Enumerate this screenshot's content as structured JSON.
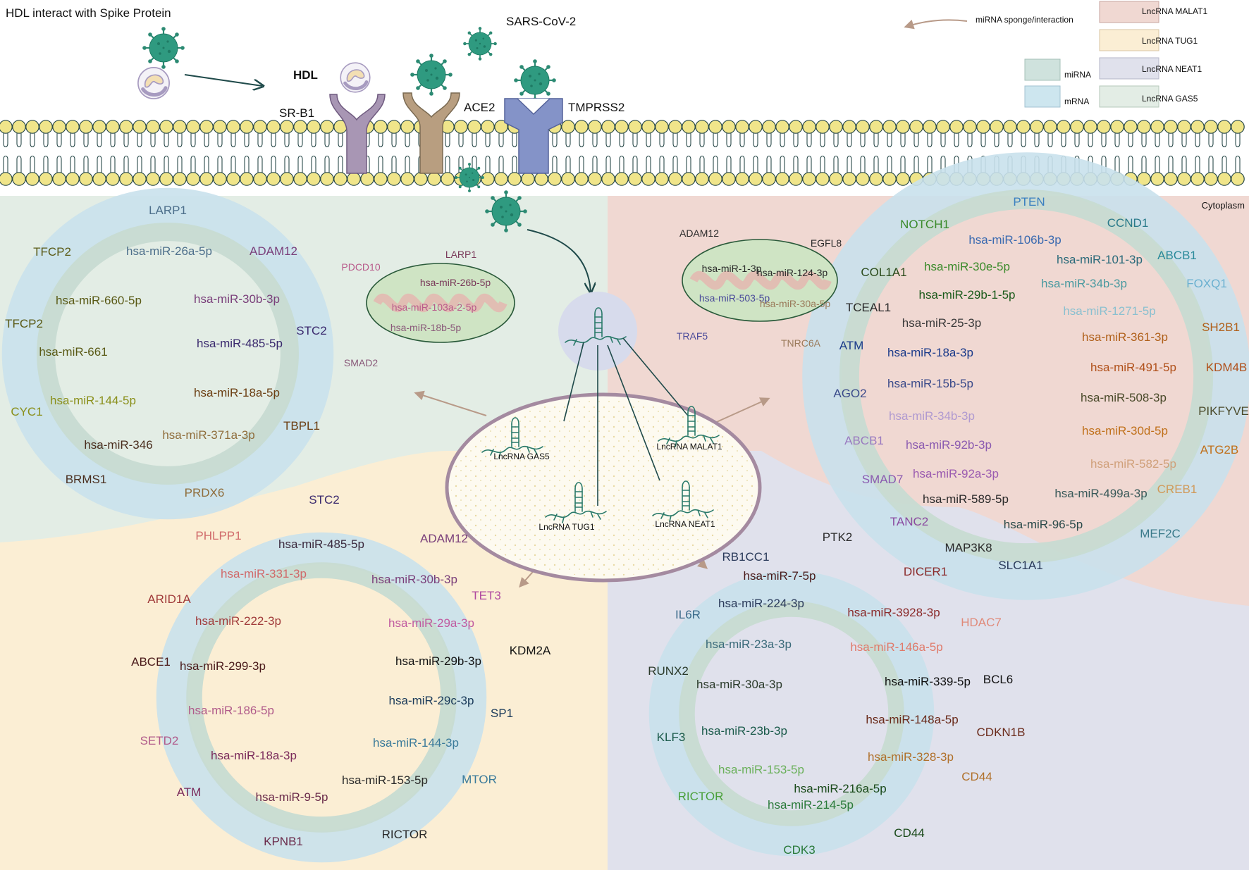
{
  "header": {
    "title": "HDL interact with Spike Protein",
    "virus": "SARS-CoV-2",
    "hdl": "HDL",
    "receptors": [
      "SR-B1",
      "ACE2",
      "TMPRSS2"
    ],
    "cytoplasm": "Cytoplasm"
  },
  "legend": {
    "arrow": "miRNA sponge/interaction",
    "items": [
      {
        "label": "LncRNA MALAT1",
        "color": "#f0d8d2"
      },
      {
        "label": "LncRNA TUG1",
        "color": "#fbeed4"
      },
      {
        "label": "LncRNA NEAT1",
        "color": "#e0e1ec"
      },
      {
        "label": "LncRNA GAS5",
        "color": "#e3ede5"
      },
      {
        "label": "miRNA",
        "color": "#cfe2dd"
      },
      {
        "label": "mRNA",
        "color": "#cde6ef"
      }
    ]
  },
  "nucleus": {
    "lncrnas": [
      "LncRNA GAS5",
      "LncRNA MALAT1",
      "LncRNA TUG1",
      "LncRNA NEAT1"
    ]
  },
  "gas5": {
    "outer": [
      {
        "t": "LARP1",
        "c": "#4d6f8b"
      },
      {
        "t": "TFCP2",
        "c": "#5a5a16"
      },
      {
        "t": "ADAM12",
        "c": "#7a3f7a"
      },
      {
        "t": "TFCP2",
        "c": "#5a5a16"
      },
      {
        "t": "STC2",
        "c": "#3b2a6e"
      },
      {
        "t": "CYC1",
        "c": "#8a8f1a"
      },
      {
        "t": "TBPL1",
        "c": "#6b3e12"
      },
      {
        "t": "BRMS1",
        "c": "#4a2e1e"
      },
      {
        "t": "PRDX6",
        "c": "#8f6d3b"
      }
    ],
    "inner": [
      {
        "t": "hsa-miR-26a-5p",
        "c": "#4d6f8b"
      },
      {
        "t": "hsa-miR-660-5p",
        "c": "#5a5a16"
      },
      {
        "t": "hsa-miR-30b-3p",
        "c": "#7a3f7a"
      },
      {
        "t": "hsa-miR-485-5p",
        "c": "#3b2a6e"
      },
      {
        "t": "hsa-miR-661",
        "c": "#5a5a16"
      },
      {
        "t": "hsa-miR-144-5p",
        "c": "#8a8f1a"
      },
      {
        "t": "hsa-miR-18a-5p",
        "c": "#6b3e12"
      },
      {
        "t": "hsa-miR-371a-3p",
        "c": "#8f6d3b"
      },
      {
        "t": "hsa-miR-346",
        "c": "#4a2e1e"
      }
    ],
    "mito": {
      "outer": [
        {
          "t": "PDCD10",
          "c": "#b85a8a"
        },
        {
          "t": "LARP1",
          "c": "#7a3a5a"
        },
        {
          "t": "SMAD2",
          "c": "#8a5a7a"
        }
      ],
      "inner": [
        {
          "t": "hsa-miR-26b-5p",
          "c": "#7a3a5a"
        },
        {
          "t": "hsa-miR-103a-2-5p",
          "c": "#b85a8a"
        },
        {
          "t": "hsa-miR-18b-5p",
          "c": "#8a5a7a"
        }
      ]
    }
  },
  "malat1": {
    "outer": [
      {
        "t": "PTEN",
        "c": "#3a7fc0"
      },
      {
        "t": "NOTCH1",
        "c": "#3a8a2a"
      },
      {
        "t": "CCND1",
        "c": "#2a7a8a"
      },
      {
        "t": "ABCB1",
        "c": "#2a8a9a"
      },
      {
        "t": "COL1A1",
        "c": "#2a4a1a"
      },
      {
        "t": "FOXQ1",
        "c": "#6ab0d0"
      },
      {
        "t": "TCEAL1",
        "c": "#2a2a2a"
      },
      {
        "t": "SH2B1",
        "c": "#b0601a"
      },
      {
        "t": "ATM",
        "c": "#1a3a8a"
      },
      {
        "t": "KDM4B",
        "c": "#b0501a"
      },
      {
        "t": "AGO2",
        "c": "#3a4a8a"
      },
      {
        "t": "PIKFYVE",
        "c": "#4a4a2a"
      },
      {
        "t": "ABCB1",
        "c": "#9a7ac0"
      },
      {
        "t": "ATG2B",
        "c": "#c0701a"
      },
      {
        "t": "SMAD7",
        "c": "#8a5ab0"
      },
      {
        "t": "CREB1",
        "c": "#d09a5a"
      },
      {
        "t": "TANC2",
        "c": "#8a4aa0"
      },
      {
        "t": "MEF2C",
        "c": "#3a7a8a"
      },
      {
        "t": "MAP3K8",
        "c": "#2a2a2a"
      },
      {
        "t": "SLC1A1",
        "c": "#2a3a5a"
      }
    ],
    "inner": [
      {
        "t": "hsa-miR-106b-3p",
        "c": "#3a6ab0"
      },
      {
        "t": "hsa-miR-101-3p",
        "c": "#2a6a7a"
      },
      {
        "t": "hsa-miR-30e-5p",
        "c": "#3a8a2a"
      },
      {
        "t": "hsa-miR-34b-3p",
        "c": "#4a9aa0"
      },
      {
        "t": "hsa-miR-29b-1-5p",
        "c": "#1a5a1a"
      },
      {
        "t": "hsa-miR-1271-5p",
        "c": "#8ac0d0"
      },
      {
        "t": "hsa-miR-25-3p",
        "c": "#3a3a3a"
      },
      {
        "t": "hsa-miR-361-3p",
        "c": "#b0601a"
      },
      {
        "t": "hsa-miR-18a-3p",
        "c": "#1a3a8a"
      },
      {
        "t": "hsa-miR-491-5p",
        "c": "#b0501a"
      },
      {
        "t": "hsa-miR-15b-5p",
        "c": "#3a4a8a"
      },
      {
        "t": "hsa-miR-508-3p",
        "c": "#4a4a2a"
      },
      {
        "t": "hsa-miR-34b-3p",
        "c": "#b09ad0"
      },
      {
        "t": "hsa-miR-30d-5p",
        "c": "#c0701a"
      },
      {
        "t": "hsa-miR-92b-3p",
        "c": "#8a5ab0"
      },
      {
        "t": "hsa-miR-582-5p",
        "c": "#d0a07a"
      },
      {
        "t": "hsa-miR-92a-3p",
        "c": "#9a5ab0"
      },
      {
        "t": "hsa-miR-499a-3p",
        "c": "#3a5a5a"
      },
      {
        "t": "hsa-miR-589-5p",
        "c": "#2a2a2a"
      },
      {
        "t": "hsa-miR-96-5p",
        "c": "#2a4a4a"
      }
    ],
    "mito": {
      "outer": [
        {
          "t": "ADAM12",
          "c": "#2a2a2a"
        },
        {
          "t": "EGFL8",
          "c": "#2a2a2a"
        },
        {
          "t": "TRAF5",
          "c": "#4a4a9a"
        },
        {
          "t": "TNRC6A",
          "c": "#9a7a5a"
        }
      ],
      "inner": [
        {
          "t": "hsa-miR-1-3p",
          "c": "#2a2a2a"
        },
        {
          "t": "hsa-miR-124-3p",
          "c": "#2a2a2a"
        },
        {
          "t": "hsa-miR-503-5p",
          "c": "#4a4a9a"
        },
        {
          "t": "hsa-miR-30a-5p",
          "c": "#9a7a5a"
        }
      ]
    }
  },
  "tug1": {
    "outer": [
      {
        "t": "STC2",
        "c": "#3b2a6e"
      },
      {
        "t": "PHLPP1",
        "c": "#d06a6a"
      },
      {
        "t": "ADAM12",
        "c": "#7a3f7a"
      },
      {
        "t": "TET3",
        "c": "#b04aa0"
      },
      {
        "t": "ARID1A",
        "c": "#a03a3a"
      },
      {
        "t": "KDM2A",
        "c": "#111111"
      },
      {
        "t": "ABCE1",
        "c": "#4a1a1a"
      },
      {
        "t": "SP1",
        "c": "#1a3a5a"
      },
      {
        "t": "SETD2",
        "c": "#b05a8a"
      },
      {
        "t": "MTOR",
        "c": "#3a7a9a"
      },
      {
        "t": "ATM",
        "c": "#7a2a5a"
      },
      {
        "t": "KPNB1",
        "c": "#6a2a4a"
      },
      {
        "t": "RICTOR",
        "c": "#2a2a2a"
      }
    ],
    "inner": [
      {
        "t": "hsa-miR-485-5p",
        "c": "#3b2a3e"
      },
      {
        "t": "hsa-miR-331-3p",
        "c": "#d06a6a"
      },
      {
        "t": "hsa-miR-30b-3p",
        "c": "#7a3f7a"
      },
      {
        "t": "hsa-miR-222-3p",
        "c": "#a03a3a"
      },
      {
        "t": "hsa-miR-29a-3p",
        "c": "#c05aa0"
      },
      {
        "t": "hsa-miR-299-3p",
        "c": "#4a1a1a"
      },
      {
        "t": "hsa-miR-29b-3p",
        "c": "#111111"
      },
      {
        "t": "hsa-miR-29c-3p",
        "c": "#1a3a5a"
      },
      {
        "t": "hsa-miR-186-5p",
        "c": "#b05a8a"
      },
      {
        "t": "hsa-miR-144-3p",
        "c": "#3a7a9a"
      },
      {
        "t": "hsa-miR-18a-3p",
        "c": "#7a2a5a"
      },
      {
        "t": "hsa-miR-153-5p",
        "c": "#2a2a2a"
      },
      {
        "t": "hsa-miR-9-5p",
        "c": "#6a2a4a"
      }
    ]
  },
  "neat1": {
    "outer": [
      {
        "t": "PTK2",
        "c": "#2a2a2a"
      },
      {
        "t": "RB1CC1",
        "c": "#2a3a5a"
      },
      {
        "t": "DICER1",
        "c": "#8a2a2a"
      },
      {
        "t": "IL6R",
        "c": "#3a6a8a"
      },
      {
        "t": "HDAC7",
        "c": "#e08a7a"
      },
      {
        "t": "RUNX2",
        "c": "#2a3a2a"
      },
      {
        "t": "BCL6",
        "c": "#111111"
      },
      {
        "t": "KLF3",
        "c": "#1a5a4a"
      },
      {
        "t": "CDKN1B",
        "c": "#6a2a1a"
      },
      {
        "t": "RICTOR",
        "c": "#4aa03a"
      },
      {
        "t": "CD44",
        "c": "#b0702a"
      },
      {
        "t": "CD44",
        "c": "#1a4a1a"
      },
      {
        "t": "CDK3",
        "c": "#2a7a3a"
      }
    ],
    "inner": [
      {
        "t": "hsa-miR-7-5p",
        "c": "#4a1a1a"
      },
      {
        "t": "hsa-miR-224-3p",
        "c": "#2a3a5a"
      },
      {
        "t": "hsa-miR-3928-3p",
        "c": "#8a2a2a"
      },
      {
        "t": "hsa-miR-23a-3p",
        "c": "#3a6a7a"
      },
      {
        "t": "hsa-miR-146a-5p",
        "c": "#e07a6a"
      },
      {
        "t": "hsa-miR-30a-3p",
        "c": "#2a3a2a"
      },
      {
        "t": "hsa-miR-339-5p",
        "c": "#111111"
      },
      {
        "t": "hsa-miR-23b-3p",
        "c": "#1a5a4a"
      },
      {
        "t": "hsa-miR-148a-5p",
        "c": "#6a2a1a"
      },
      {
        "t": "hsa-miR-153-5p",
        "c": "#6ab05a"
      },
      {
        "t": "hsa-miR-328-3p",
        "c": "#b0702a"
      },
      {
        "t": "hsa-miR-216a-5p",
        "c": "#1a4a1a"
      },
      {
        "t": "hsa-miR-214-5p",
        "c": "#2a7a3a"
      }
    ]
  }
}
